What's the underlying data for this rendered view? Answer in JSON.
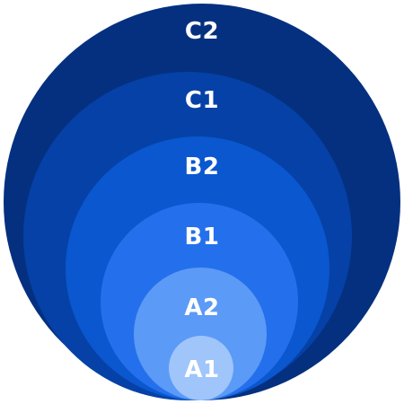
{
  "levels": [
    {
      "id": "c2",
      "label": "C2",
      "color": "#04307f"
    },
    {
      "id": "c1",
      "label": "C1",
      "color": "#0541a6"
    },
    {
      "id": "b2",
      "label": "B2",
      "color": "#0a57cf"
    },
    {
      "id": "b1",
      "label": "B1",
      "color": "#2470ec"
    },
    {
      "id": "a2",
      "label": "A2",
      "color": "#5b9af6"
    },
    {
      "id": "a1",
      "label": "A1",
      "color": "#9fc5fb"
    }
  ]
}
